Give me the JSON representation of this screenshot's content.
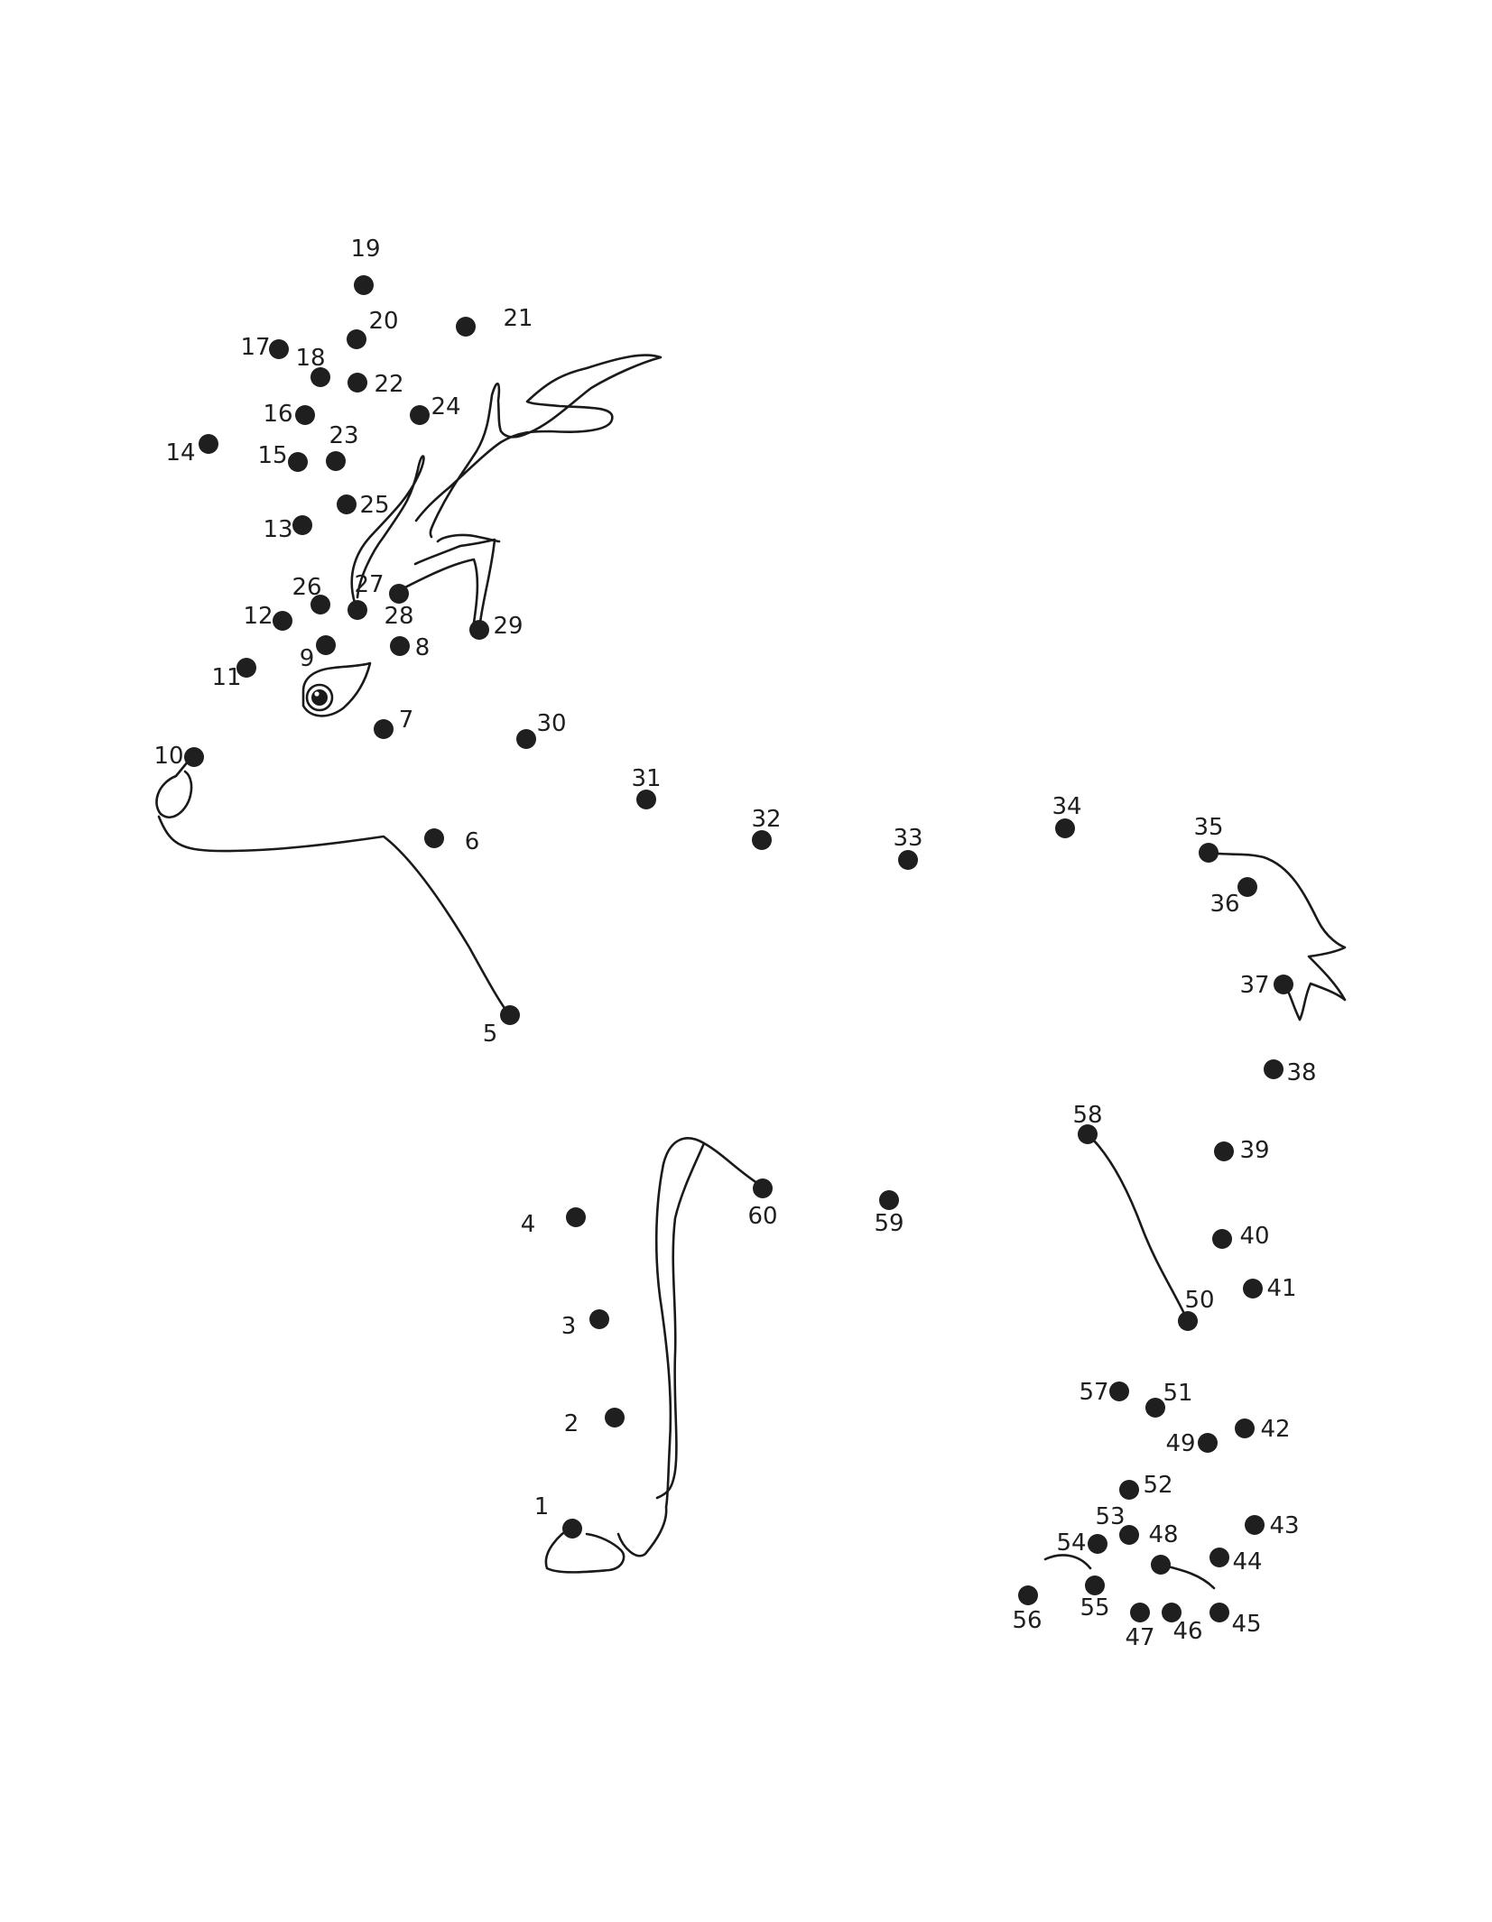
{
  "dots": [
    {
      "n": "1"
    },
    {
      "n": "2"
    },
    {
      "n": "3"
    },
    {
      "n": "4"
    },
    {
      "n": "5"
    },
    {
      "n": "6"
    },
    {
      "n": "7"
    },
    {
      "n": "8"
    },
    {
      "n": "9"
    },
    {
      "n": "10"
    },
    {
      "n": "11"
    },
    {
      "n": "12"
    },
    {
      "n": "13"
    },
    {
      "n": "14"
    },
    {
      "n": "15"
    },
    {
      "n": "16"
    },
    {
      "n": "17"
    },
    {
      "n": "18"
    },
    {
      "n": "19"
    },
    {
      "n": "20"
    },
    {
      "n": "21"
    },
    {
      "n": "22"
    },
    {
      "n": "23"
    },
    {
      "n": "24"
    },
    {
      "n": "25"
    },
    {
      "n": "26"
    },
    {
      "n": "27"
    },
    {
      "n": "28"
    },
    {
      "n": "29"
    },
    {
      "n": "30"
    },
    {
      "n": "31"
    },
    {
      "n": "32"
    },
    {
      "n": "33"
    },
    {
      "n": "34"
    },
    {
      "n": "35"
    },
    {
      "n": "36"
    },
    {
      "n": "37"
    },
    {
      "n": "38"
    },
    {
      "n": "39"
    },
    {
      "n": "40"
    },
    {
      "n": "41"
    },
    {
      "n": "42"
    },
    {
      "n": "43"
    },
    {
      "n": "44"
    },
    {
      "n": "45"
    },
    {
      "n": "46"
    },
    {
      "n": "47"
    },
    {
      "n": "48"
    },
    {
      "n": "49"
    },
    {
      "n": "50"
    },
    {
      "n": "51"
    },
    {
      "n": "52"
    },
    {
      "n": "53"
    },
    {
      "n": "54"
    },
    {
      "n": "55"
    },
    {
      "n": "56"
    },
    {
      "n": "57"
    },
    {
      "n": "58"
    },
    {
      "n": "59"
    },
    {
      "n": "60"
    }
  ],
  "colors": {
    "ink": "#1f1f1f",
    "paper": "#ffffff"
  }
}
